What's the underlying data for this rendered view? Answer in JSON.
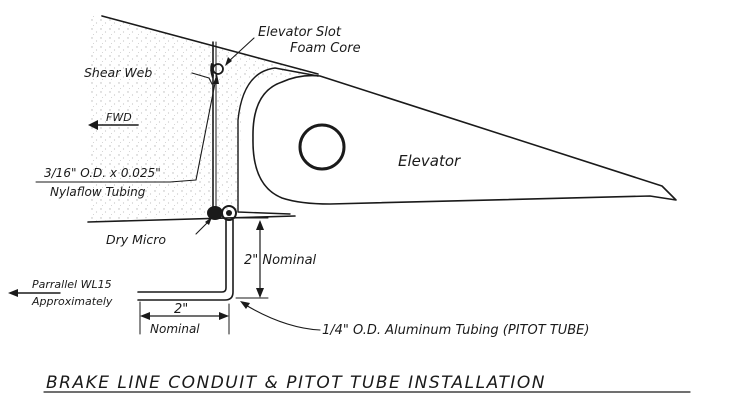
{
  "diagram": {
    "title": "BRAKE LINE CONDUIT & PITOT TUBE INSTALLATION",
    "labels": {
      "elevator_slot_line1": "Elevator Slot",
      "elevator_slot_line2": "Foam Core",
      "shear_web": "Shear Web",
      "fwd": "FWD",
      "tubing_line1": "3/16\" O.D. x 0.025\"",
      "tubing_line2": "Nylaflow Tubing",
      "elevator": "Elevator",
      "dry_micro": "Dry Micro",
      "nominal_vertical": "2\" Nominal",
      "parallel_line1": "Parrallel WL15",
      "parallel_line2": "Approximately",
      "dim_horizontal_value": "2\"",
      "dim_horizontal_label": "Nominal",
      "aluminum_tubing": "1/4\" O.D. Aluminum Tubing (PITOT TUBE)"
    }
  },
  "colors": {
    "ink": "#1a1a1a",
    "foam_stipple": "#b8b8b8",
    "background": "#ffffff"
  }
}
